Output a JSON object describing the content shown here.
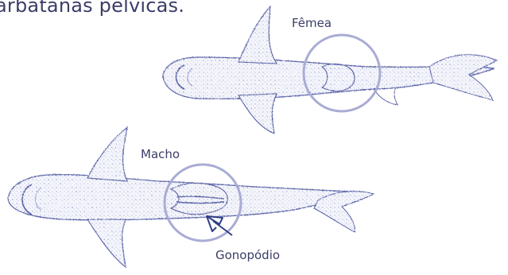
{
  "heading": "arbatanas pélvicas.",
  "labels": {
    "female": "Fêmea",
    "male": "Macho",
    "clasper": "Gonopódio"
  },
  "colors": {
    "text": "#3b3d68",
    "shark_stroke": "#5a63a6",
    "shark_fill": "#eef0fa",
    "circle": "#a9acd4",
    "arrow": "#2f3f86"
  }
}
